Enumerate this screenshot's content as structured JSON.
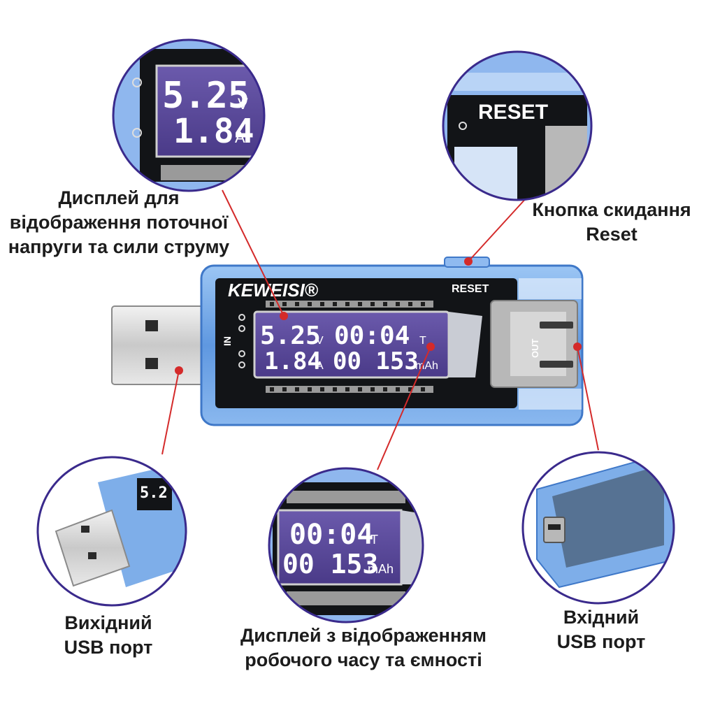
{
  "brand": "KEWEISI®",
  "device": {
    "reset_label": "RESET",
    "in_label": "IN",
    "out_label": "OUT",
    "display": {
      "voltage": "5.25",
      "voltage_unit": "V",
      "current": "1.84",
      "current_unit": "A",
      "time": "00:04",
      "time_unit": "T",
      "capacity": "00 153",
      "capacity_unit": "mAh"
    }
  },
  "callouts": {
    "display_va": "Дисплей для\nвідображення поточної\nнапруги та сили струму",
    "reset": "Кнопка скидання\nReset",
    "output_port": "Вихідний\nUSB порт",
    "time_capacity": "Дисплей з відображенням\nробочого часу та ємності",
    "input_port": "Вхідний\nUSB порт"
  },
  "colors": {
    "ring": "#3a2a8c",
    "pointer": "#d42a2a",
    "lcd_bg": "#5a4a9a",
    "case_blue": "#6fa6e8"
  }
}
